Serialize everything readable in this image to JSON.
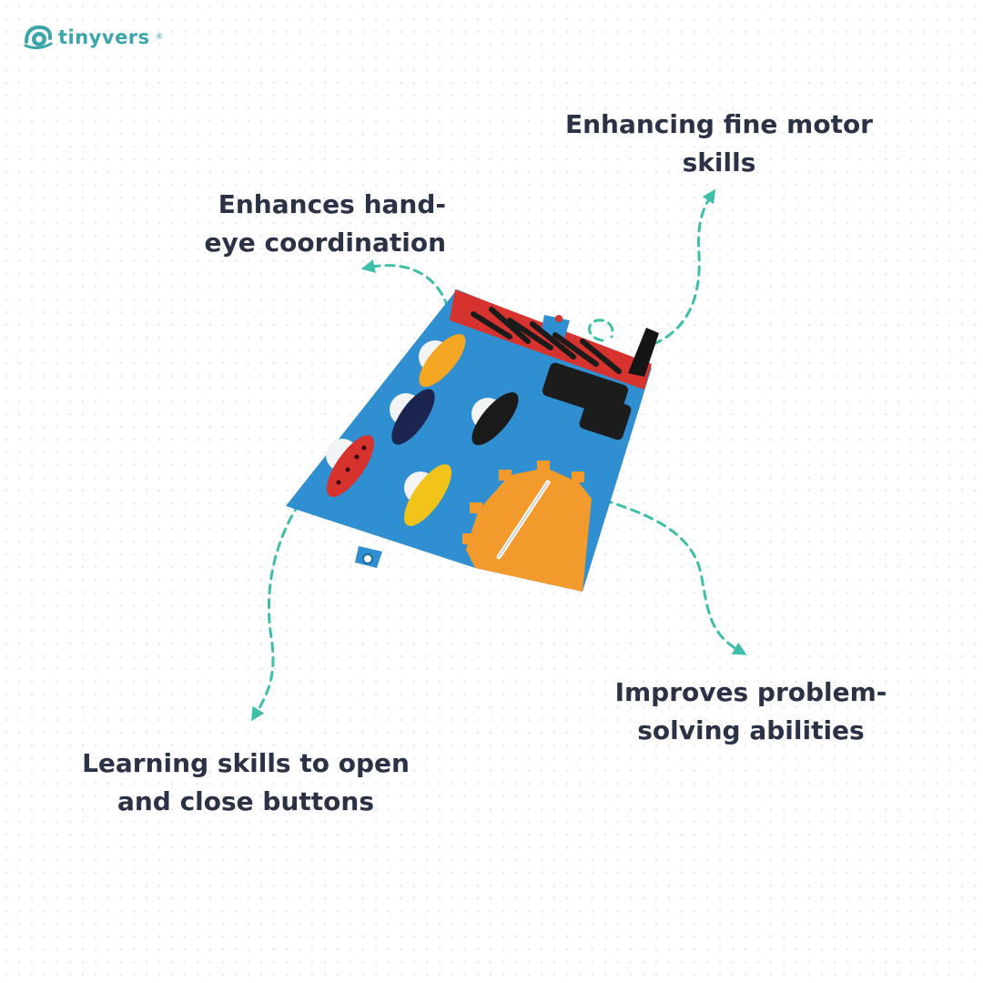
{
  "brand": {
    "name": "tinyvers",
    "trademark": "®",
    "accent_color": "#3aa6a9",
    "logo_icon": "tinyvers-logo-icon"
  },
  "callouts": {
    "fine_motor": "Enhancing fine motor skills",
    "hand_eye": "Enhances hand-eye coordination",
    "buttons": "Learning skills to open and close buttons",
    "problem_solving": "Improves problem-solving abilities"
  },
  "colors": {
    "text": "#2b3245",
    "arrow": "#3fbfa8",
    "board_blue": "#2f8fd0",
    "board_red": "#d6322e",
    "gear_orange": "#f39a2c"
  }
}
